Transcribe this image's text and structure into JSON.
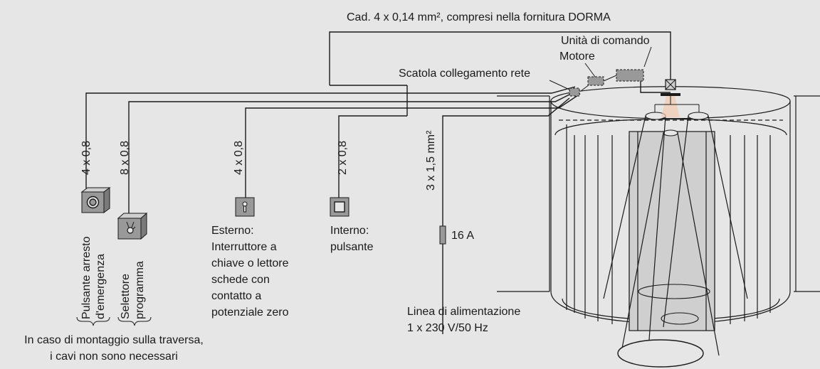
{
  "cable_top": "Cad. 4 x 0,14 mm², compresi nella fornitura DORMA",
  "labels": {
    "control_unit": "Unità di comando",
    "motor": "Motore",
    "junction_box": "Scatola collegamento rete"
  },
  "cables": {
    "emergency": "4 x 0,8",
    "selector": "8 x 0,8",
    "external": "4 x 0,8",
    "internal": "2 x 0,8",
    "power": "3 x 1,5 mm²"
  },
  "devices": {
    "emergency_button": [
      "Pulsante arresto",
      "d'emergenza"
    ],
    "program_selector": [
      "Selettore",
      "programma"
    ],
    "external_switch": [
      "Esterno:",
      "Interruttore a",
      "chiave o lettore",
      "schede con",
      "contatto a",
      "potenziale zero"
    ],
    "internal_button": [
      "Interno:",
      "pulsante"
    ],
    "fuse": "16 A",
    "power_line": [
      "Linea di alimentazione",
      "1 x 230 V/50 Hz"
    ]
  },
  "note": [
    "In caso di montaggio sulla traversa,",
    "i cavi non sono necessari"
  ],
  "colors": {
    "background": "#e6e6e6",
    "device_fill": "#999999",
    "panel_fill": "#cfcfcf",
    "line": "#1a1a1a"
  }
}
